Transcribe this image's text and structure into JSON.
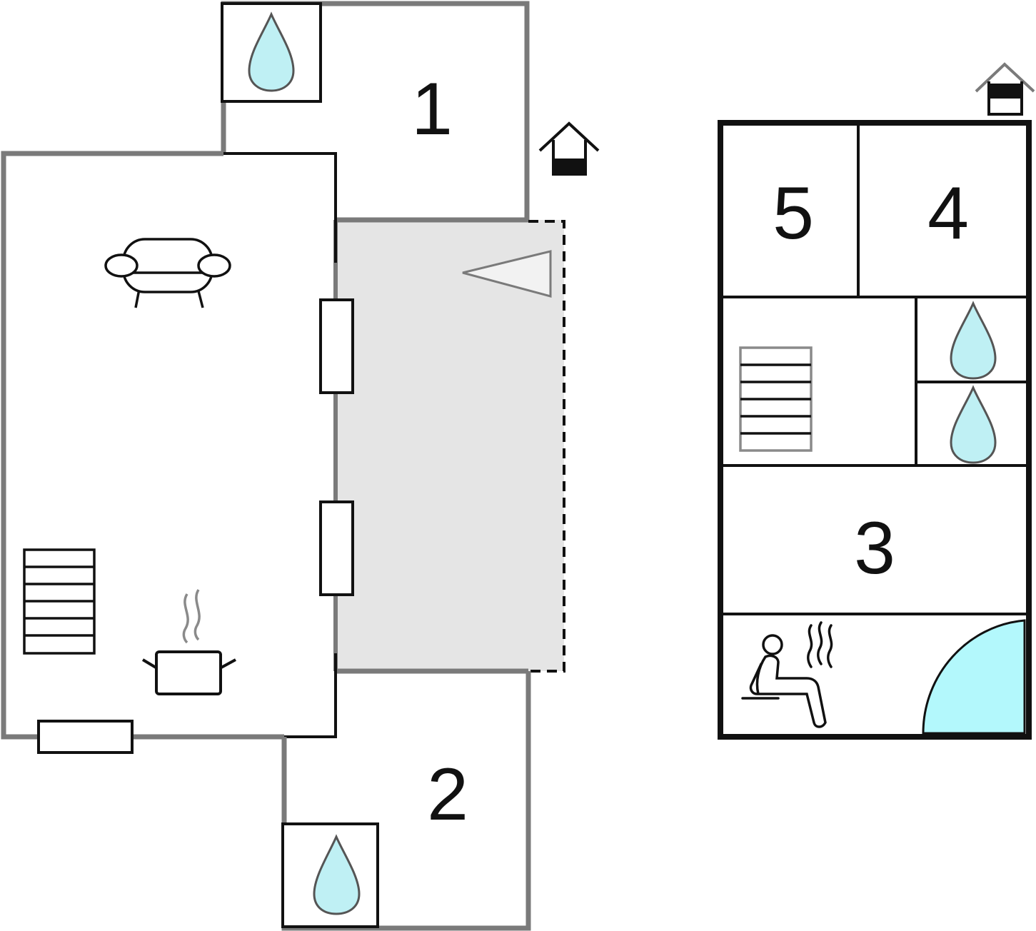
{
  "colors": {
    "wall_gray": "#7a7a7a",
    "wall_black": "#111111",
    "terrace_fill": "#e5e5e5",
    "water_fill": "#bff0f4",
    "shower_fill": "#b3f8fc",
    "icon_gray": "#8a8a8a"
  },
  "rooms": {
    "bedroom_1": "1",
    "bedroom_2": "2",
    "room_3": "3",
    "room_4": "4",
    "room_5": "5"
  },
  "icons": [
    "water-drop-icon",
    "house-entrance-icon",
    "sofa-icon",
    "radiator-icon",
    "cooking-pot-icon",
    "stairs-icon",
    "sauna-icon",
    "view-direction-icon"
  ]
}
